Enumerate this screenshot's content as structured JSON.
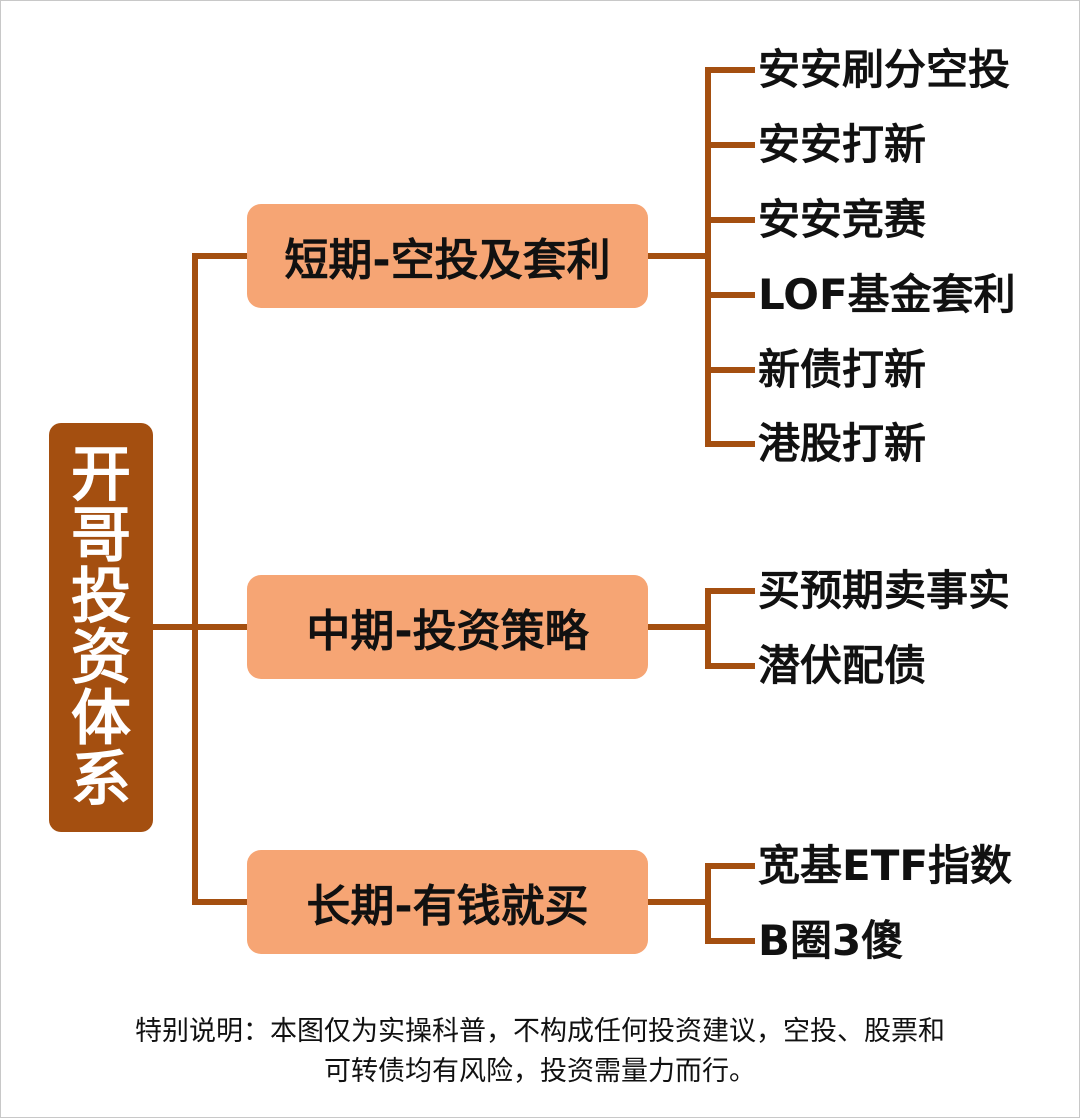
{
  "root": {
    "label": "开哥投资体系"
  },
  "branches": [
    {
      "label": "短期-空投及套利",
      "leaves": [
        "安安刷分空投",
        "安安打新",
        "安安竞赛",
        "LOF基金套利",
        "新债打新",
        "港股打新"
      ]
    },
    {
      "label": "中期-投资策略",
      "leaves": [
        "买预期卖事实",
        "潜伏配债"
      ]
    },
    {
      "label": "长期-有钱就买",
      "leaves": [
        "宽基ETF指数",
        "B圈3傻"
      ]
    }
  ],
  "note": {
    "line1": "特别说明：本图仅为实操科普，不构成任何投资建议，空投、股票和",
    "line2": "可转债均有风险，投资需量力而行。"
  },
  "colors": {
    "connector": "#a44f10",
    "root_fill": "#a44f10",
    "branch_fill": "#f6a574",
    "text": "#111111"
  }
}
